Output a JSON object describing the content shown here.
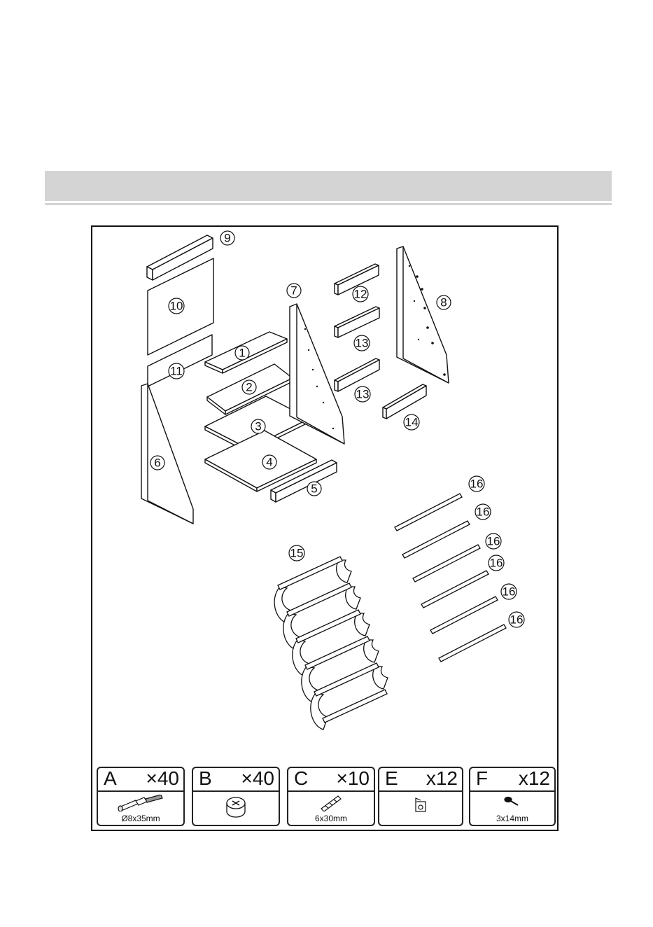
{
  "parts": {
    "p1": "1",
    "p2": "2",
    "p3": "3",
    "p4": "4",
    "p5": "5",
    "p6": "6",
    "p7": "7",
    "p8": "8",
    "p9": "9",
    "p10": "10",
    "p11": "11",
    "p12": "12",
    "p13a": "13",
    "p13b": "13",
    "p14": "14",
    "p15": "15",
    "p16": [
      "16",
      "16",
      "16",
      "16",
      "16",
      "16"
    ]
  },
  "hardware": [
    {
      "letter": "A",
      "qty": "×40",
      "size": "Ø8x35mm",
      "icon": "cam-bolt-icon"
    },
    {
      "letter": "B",
      "qty": "×40",
      "size": "",
      "icon": "cam-lock-icon"
    },
    {
      "letter": "C",
      "qty": "×10",
      "size": "6x30mm",
      "icon": "wooden-dowel-icon"
    },
    {
      "letter": "E",
      "qty": "x12",
      "size": "",
      "icon": "cap-cover-icon"
    },
    {
      "letter": "F",
      "qty": "x12",
      "size": "3x14mm",
      "icon": "screw-icon"
    }
  ]
}
